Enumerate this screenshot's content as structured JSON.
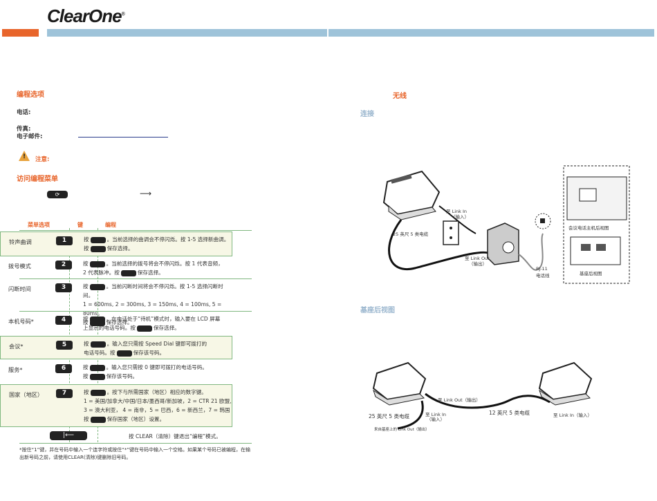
{
  "header": {
    "brand": "ClearOne",
    "brand_mark": "®"
  },
  "left": {
    "section1_title": "编程选项",
    "phone_label": "电话:",
    "fax_label": "传真:",
    "email_label": "电子邮件:",
    "note_label": "注意:",
    "section2_title": "访问编程菜单",
    "table": {
      "col_menu": "菜单选项",
      "col_key": "键",
      "col_prog": "编程",
      "rows": [
        {
          "name": "铃声曲调",
          "key": "1",
          "line1a": "按",
          "line1b": "。当前选择的曲调会不停闪烁。按 1-5 选择新曲调。",
          "line2a": "按",
          "line2b": "保存选择。"
        },
        {
          "name": "拨号模式",
          "key": "2",
          "line1a": "按",
          "line1b": "。当前选择的拨号将会不停闪烁。按 1 代表音频，",
          "line2a": "2 代表脉冲。按",
          "line2b": "保存选择。"
        },
        {
          "name": "闪断时间",
          "key": "3",
          "line1a": "按",
          "line1b": "。当前闪断时间将会不停闪烁。按 1-5 选择闪断时间。",
          "line2": "1 = 600ms, 2 = 300ms, 3 = 150ms, 4 = 100ms, 5 = 80ms。",
          "line3a": "按",
          "line3b": "保存选择。"
        },
        {
          "name": "本机号码*",
          "key": "4",
          "line1a": "按",
          "line1b": "。在电话处于“待机”模式时，输入要在 LCD 屏幕",
          "line2a": "上显示的电话号码。按",
          "line2b": "保存选择。"
        },
        {
          "name": "会议*",
          "key": "5",
          "line1a": "按",
          "line1b": "。输入您只需按 Speed Dial 键即可拨打的",
          "line2a": "电话号码。按",
          "line2b": "保存该号码。"
        },
        {
          "name": "服务*",
          "key": "6",
          "line1a": "按",
          "line1b": "。输入您只需按 0 键即可拨打的电话号码。",
          "line2a": "按",
          "line2b": "保存该号码。"
        },
        {
          "name": "国家（地区）",
          "key": "7",
          "line1a": "按",
          "line1b": "。按下与所需国家（地区）相应的数字键。",
          "line2": "1 = 美国/加拿大/中国/日本/墨西哥/新加坡，2 = CTR 21 欧盟,",
          "line3": "3 = 澳大利亚， 4 = 南非，5 = 巴西，6 = 新西兰，7 = 韩国",
          "line4a": "按",
          "line4b": "保存国家（地区）设置。"
        }
      ],
      "clear_text": "按 CLEAR（清除）键退出“编程”模式。",
      "footnote": "*按住“1”键，并在号码中输入一个连字符或按住“*”键在号码中输入一个空格。如果某个号码已被编程，在输出新号码之前，请使用CLEAR(清除)键删除旧号码。"
    }
  },
  "right": {
    "section_title": "无线",
    "connect_title": "连接",
    "rear_title": "基座后视图",
    "diagram1": {
      "link_in": "至 Link In",
      "link_in_sub": "（输入）",
      "cable25": "25 英尺 5 类电缆",
      "link_out": "至 Link Out",
      "link_out_sub": "（输出）",
      "rj11": "RJ-11",
      "rj11_sub": "电话线",
      "rear_main": "会议电话主机后视图",
      "rear_base": "基座后视图"
    },
    "diagram2": {
      "link_out": "至 Link Out（输出）",
      "cable25": "25 英尺 5 类电缆",
      "link_in": "至 Link In",
      "link_in_sub": "（输入）",
      "cable12": "12 英尺 5 类电缆",
      "link_in2": "至 Link In（输入）",
      "base_link_out": "来自基座上的 Link Out（输出）"
    }
  },
  "colors": {
    "orange": "#e8652b",
    "blue_bar": "#9ec3d9",
    "heading_blue": "#9ab6ce",
    "green_border": "#7fb77f"
  }
}
